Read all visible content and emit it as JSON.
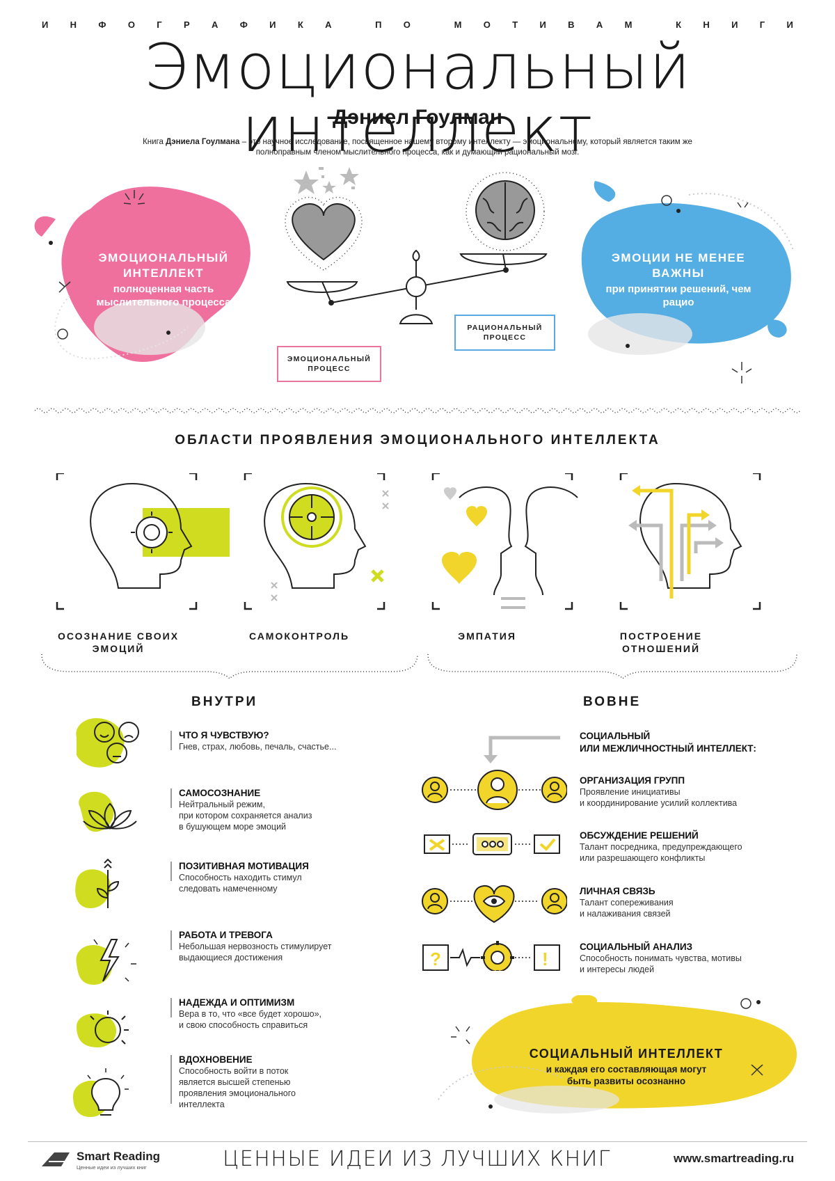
{
  "header": {
    "kicker": [
      "И",
      "Н",
      "Ф",
      "О",
      "Г",
      "Р",
      "А",
      "Ф",
      "И",
      "К",
      "А",
      " ",
      "П",
      "О",
      " ",
      "М",
      "О",
      "Т",
      "И",
      "В",
      "А",
      "М",
      " ",
      "К",
      "Н",
      "И",
      "Г",
      "И"
    ],
    "title": "Эмоциональный интеллект",
    "author": "Дэниел Гоулман",
    "intro_prefix": "Книга ",
    "intro_author": "Дэниела Гоулмана",
    "intro_rest": " – это научное исследование, посвященное нашему второму интеллекту — эмоциональному, который является таким же полноправным членом мыслительного процесса, как и думающий рациональный мозг."
  },
  "balance": {
    "left_blob": {
      "title": "ЭМОЦИОНАЛЬНЫЙ ИНТЕЛЛЕКТ",
      "sub": "полноценная часть мыслительного процесса"
    },
    "right_blob": {
      "title": "ЭМОЦИИ НЕ МЕНЕЕ ВАЖНЫ",
      "sub": "при принятии решений, чем рацио"
    },
    "left_tag": "ЭМОЦИОНАЛЬНЫЙ ПРОЦЕСС",
    "right_tag": "РАЦИОНАЛЬНЫЙ ПРОЦЕСС"
  },
  "areas": {
    "title": "ОБЛАСТИ ПРОЯВЛЕНИЯ ЭМОЦИОНАЛЬНОГО ИНТЕЛЛЕКТА",
    "items": [
      {
        "label": "ОСОЗНАНИЕ СВОИХ ЭМОЦИЙ",
        "icon": "head-target-icon"
      },
      {
        "label": "САМОКОНТРОЛЬ",
        "icon": "head-focus-icon"
      },
      {
        "label": "ЭМПАТИЯ",
        "icon": "two-heads-hearts-icon"
      },
      {
        "label": "ПОСТРОЕНИЕ ОТНОШЕНИЙ",
        "icon": "head-arrows-icon"
      }
    ]
  },
  "inside": {
    "title": "ВНУТРИ",
    "items": [
      {
        "title": "ЧТО Я ЧУВСТВУЮ?",
        "desc": "Гнев, страх, любовь, печаль, счастье..."
      },
      {
        "title": "САМОСОЗНАНИЕ",
        "desc": "Нейтральный режим,\nпри котором сохраняется анализ\nв бушующем море эмоций"
      },
      {
        "title": "ПОЗИТИВНАЯ МОТИВАЦИЯ",
        "desc": "Способность находить стимул\nследовать намеченному"
      },
      {
        "title": "РАБОТА И ТРЕВОГА",
        "desc": "Небольшая нервозность стимулирует\nвыдающиеся достижения"
      },
      {
        "title": "НАДЕЖДА И ОПТИМИЗМ",
        "desc": "Вера в то, что «все будет хорошо»,\nи свою способность справиться"
      },
      {
        "title": "ВДОХНОВЕНИЕ",
        "desc": "Способность войти в поток\nявляется высшей степенью\nпроявления эмоционального\nинтеллекта"
      }
    ]
  },
  "outside": {
    "title": "ВОВНЕ",
    "intro": "СОЦИАЛЬНЫЙ\nИЛИ МЕЖЛИЧНОСТНЫЙ ИНТЕЛЛЕКТ:",
    "items": [
      {
        "title": "ОРГАНИЗАЦИЯ ГРУПП",
        "desc": "Проявление инициативы\nи координирование усилий коллектива"
      },
      {
        "title": "ОБСУЖДЕНИЕ РЕШЕНИЙ",
        "desc": "Талант посредника, предупреждающего\nили разрешающего конфликты"
      },
      {
        "title": "ЛИЧНАЯ СВЯЗЬ",
        "desc": "Талант сопереживания\nи налаживания связей"
      },
      {
        "title": "СОЦИАЛЬНЫЙ АНАЛИЗ",
        "desc": "Способность понимать чувства, мотивы\nи интересы людей"
      }
    ],
    "summary_title": "СОЦИАЛЬНЫЙ ИНТЕЛЛЕКТ",
    "summary_sub": "и каждая его составляющая могут\nбыть развиты осознанно"
  },
  "footer": {
    "brand": "Smart Reading",
    "brand_sub": "Ценные идеи из лучших книг",
    "slogan": "ЦЕННЫЕ ИДЕИ ИЗ ЛУЧШИХ КНИГ",
    "url": "www.smartreading.ru"
  },
  "colors": {
    "pink": "#f0709d",
    "blue": "#55aee3",
    "lime": "#cfdc1f",
    "yellow": "#f2d52a",
    "grey": "#e4e4e4"
  }
}
